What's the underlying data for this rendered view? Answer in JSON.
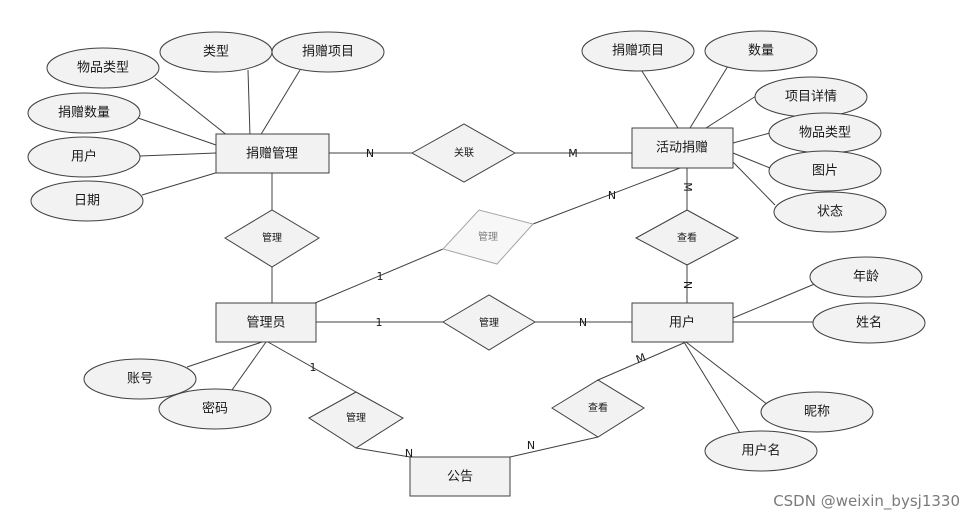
{
  "entities": {
    "donation_management": "捐赠管理",
    "activity_donation": "活动捐赠",
    "admin": "管理员",
    "user": "用户",
    "notice": "公告"
  },
  "attributes": {
    "dm_item_type": "物品类型",
    "dm_type": "类型",
    "dm_project": "捐赠项目",
    "dm_quantity": "捐赠数量",
    "dm_user": "用户",
    "dm_date": "日期",
    "ad_project": "捐赠项目",
    "ad_quantity": "数量",
    "ad_detail": "项目详情",
    "ad_item_type": "物品类型",
    "ad_image": "图片",
    "ad_status": "状态",
    "user_age": "年龄",
    "user_name": "姓名",
    "user_nickname": "昵称",
    "user_username": "用户名",
    "admin_account": "账号",
    "admin_password": "密码"
  },
  "relationships": {
    "link": "关联",
    "manage_dm": "管理",
    "manage_ad": "管理",
    "view_ad": "查看",
    "manage_user": "管理",
    "manage_notice": "管理",
    "view_notice": "查看"
  },
  "cardinalities": {
    "link_dm": "N",
    "link_ad": "M",
    "ma_ad": "N",
    "ma_admin": "1",
    "view_ad": "M",
    "view_user": "N",
    "mu_admin": "1",
    "mu_user": "N",
    "mn_admin": "1",
    "mn_notice": "N",
    "vn_notice": "N",
    "vn_user": "M"
  },
  "watermark": "CSDN @weixin_bysj1330"
}
